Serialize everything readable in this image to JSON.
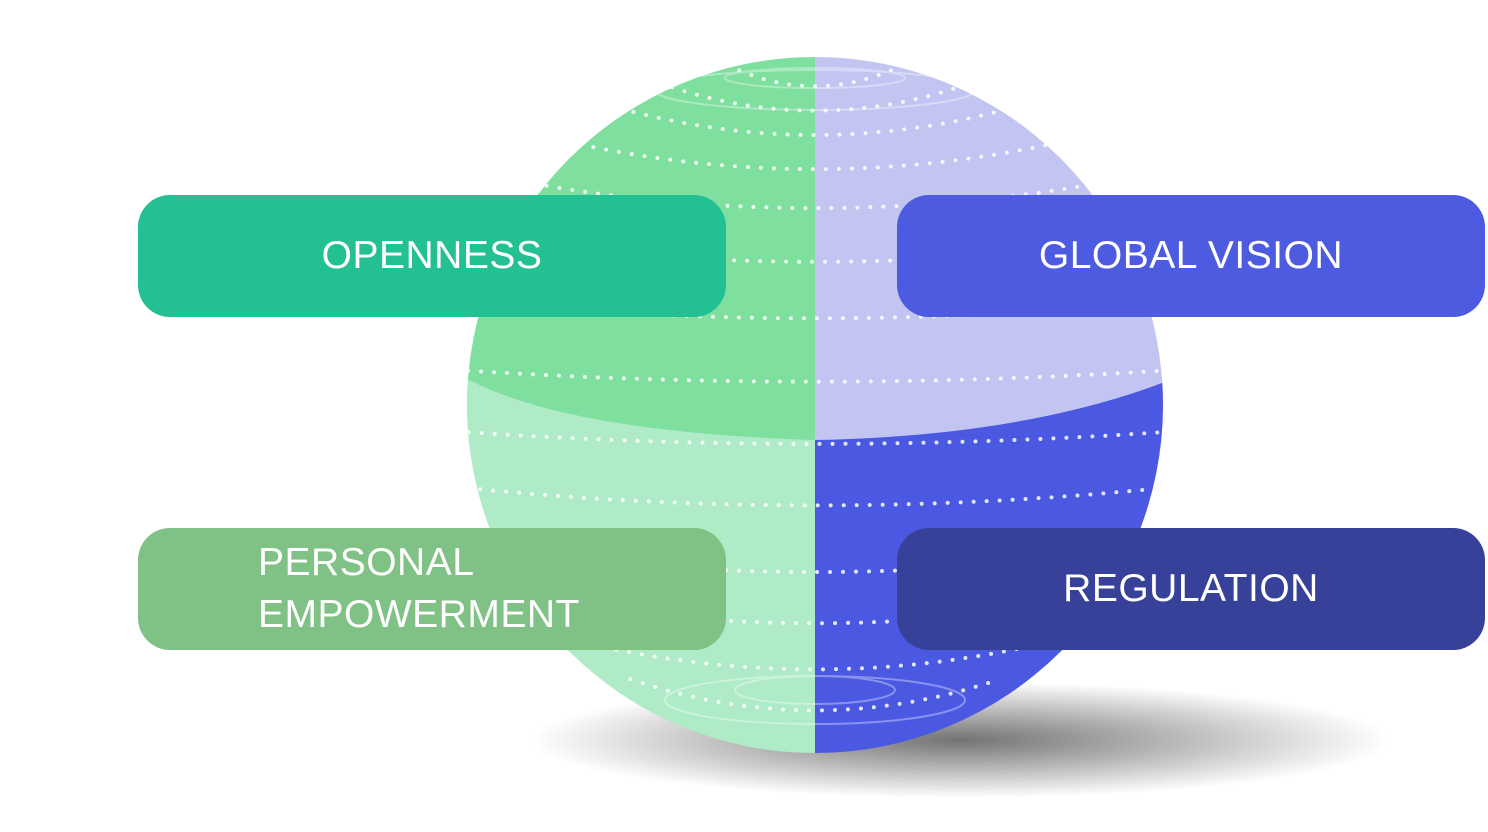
{
  "quadrants": [
    {
      "id": "openness",
      "label": "OPENNESS",
      "color": "#22c093"
    },
    {
      "id": "global_vision",
      "label": "GLOBAL VISION",
      "color": "#4d5be0"
    },
    {
      "id": "personal_empowerment",
      "label": "PERSONAL\nEMPOWERMENT",
      "color": "#80c186"
    },
    {
      "id": "regulation",
      "label": "REGULATION",
      "color": "#384199"
    }
  ],
  "sphere": {
    "colors": {
      "top_left": "#7fdf9e",
      "top_right": "#c2c5f2",
      "bottom_left": "#afebc6",
      "bottom_right": "#4a58e2"
    }
  }
}
